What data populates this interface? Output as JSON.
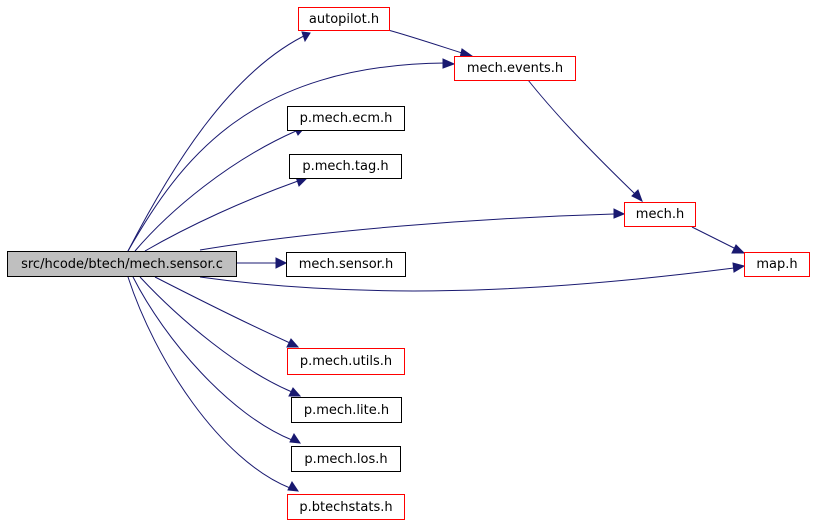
{
  "colors": {
    "edge": "#191970",
    "border_plain": "#000000",
    "border_red": "#ff0000",
    "root_fill": "#bfbfbf"
  },
  "nodes": {
    "root": "src/hcode/btech/mech.sensor.c",
    "autopilot": "autopilot.h",
    "events": "mech.events.h",
    "ecm": "p.mech.ecm.h",
    "tag": "p.mech.tag.h",
    "mech": "mech.h",
    "sensor": "mech.sensor.h",
    "map": "map.h",
    "utils": "p.mech.utils.h",
    "lite": "p.mech.lite.h",
    "los": "p.mech.los.h",
    "btechstats": "p.btechstats.h"
  }
}
